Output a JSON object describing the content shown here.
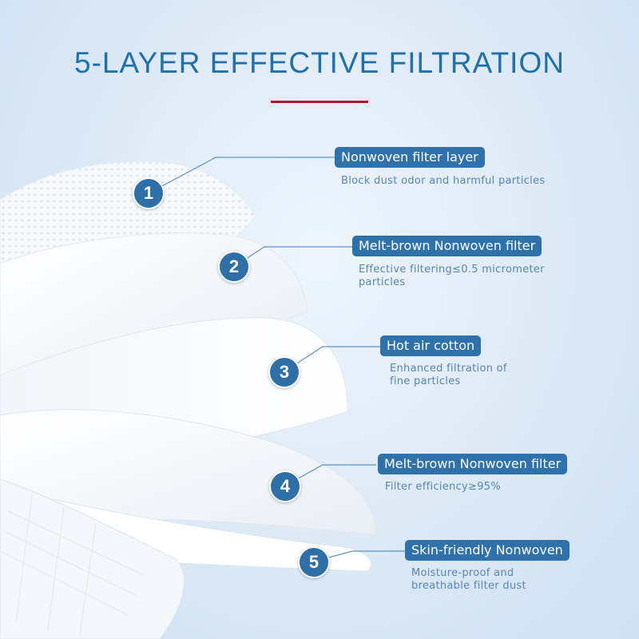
{
  "title": "5-LAYER EFFECTIVE FILTRATION",
  "colors": {
    "accent": "#2f72ab",
    "title": "#1f70ad",
    "rule": "#b0152a",
    "description": "#5a86b0"
  },
  "layers": [
    {
      "number": "1",
      "name": "Nonwoven filter layer",
      "description_lines": [
        "Block dust odor and harmful particles"
      ]
    },
    {
      "number": "2",
      "name": "Melt-brown Nonwoven filter",
      "description_lines": [
        "Effective filtering≤0.5 micrometer",
        "particles"
      ]
    },
    {
      "number": "3",
      "name": "Hot air cotton",
      "description_lines": [
        "Enhanced filtration of",
        "fine particles"
      ]
    },
    {
      "number": "4",
      "name": "Melt-brown Nonwoven filter",
      "description_lines": [
        "Filter efficiency≥95%"
      ]
    },
    {
      "number": "5",
      "name": "Skin-friendly Nonwoven",
      "description_lines": [
        "Moisture-proof and",
        "breathable filter dust"
      ]
    }
  ]
}
